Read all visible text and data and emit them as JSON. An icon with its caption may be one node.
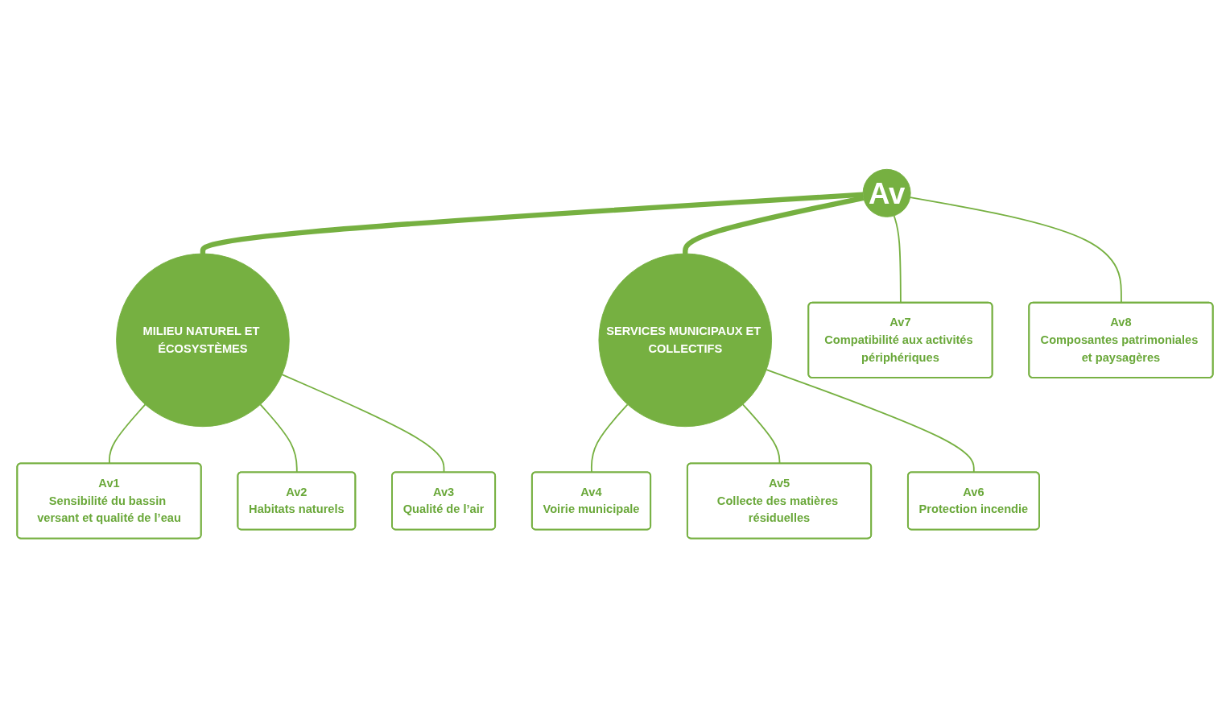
{
  "diagram": {
    "nodes": [
      {
        "text": [
          "Av"
        ]
      },
      {
        "text": [
          "MILIEU NATUREL ET ÉCOSYSTÈMES"
        ]
      },
      {
        "text": [
          "Av1",
          "Sensibilité du bassin versant et qualité de l’eau"
        ]
      },
      {
        "text": [
          "Av2",
          "Habitats naturels"
        ]
      },
      {
        "text": [
          "Av3",
          "Qualité de l’air"
        ]
      },
      {
        "text": [
          "SERVICES MUNICIPAUX ET COLLECTIFS"
        ]
      },
      {
        "text": [
          "Av4",
          "Voirie municipale"
        ]
      },
      {
        "text": [
          "Av5",
          "Collecte des matières résiduelles"
        ]
      },
      {
        "text": [
          "Av6",
          "Protection incendie"
        ]
      },
      {
        "text": [
          "Av7",
          "Compatibilité aux activités périphériques"
        ]
      },
      {
        "text": [
          "Av8",
          "Composantes patrimoniales et paysagères"
        ]
      }
    ],
    "edges": [
      {
        "from": 0,
        "to": 1,
        "arrow": "none",
        "style": "thick"
      },
      {
        "from": 1,
        "to": 2,
        "arrow": "none"
      },
      {
        "from": 1,
        "to": 3,
        "arrow": "none"
      },
      {
        "from": 1,
        "to": 4,
        "arrow": "none"
      },
      {
        "from": 0,
        "to": 5,
        "arrow": "none",
        "style": "thick"
      },
      {
        "from": 5,
        "to": 6,
        "arrow": "none"
      },
      {
        "from": 5,
        "to": 7,
        "arrow": "none"
      },
      {
        "from": 5,
        "to": 8,
        "arrow": "none"
      },
      {
        "from": 0,
        "to": 9,
        "arrow": "none"
      },
      {
        "from": 0,
        "to": 10,
        "arrow": "none"
      }
    ]
  }
}
